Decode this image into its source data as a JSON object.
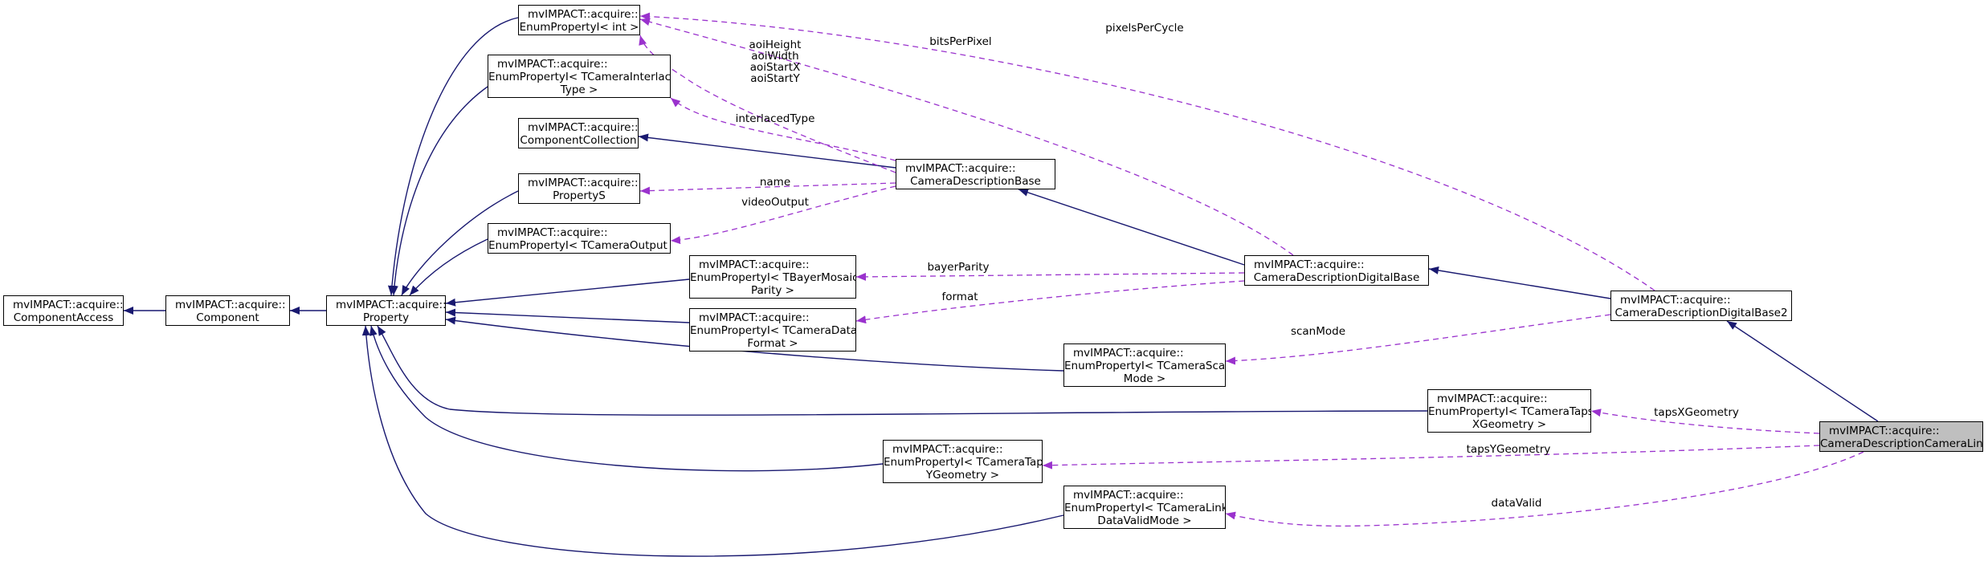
{
  "colors": {
    "inheritance": "#191970",
    "usage": "#9a32cd",
    "node_border": "#000000",
    "selected_fill": "#bfbfbf"
  },
  "nodes": [
    {
      "id": "component_access",
      "lines": [
        "mvIMPACT::acquire::",
        "ComponentAccess"
      ]
    },
    {
      "id": "component",
      "lines": [
        "mvIMPACT::acquire::",
        "Component"
      ]
    },
    {
      "id": "property",
      "lines": [
        "mvIMPACT::acquire::",
        "Property"
      ]
    },
    {
      "id": "enum_int",
      "lines": [
        "mvIMPACT::acquire::",
        "EnumPropertyI< int >"
      ]
    },
    {
      "id": "enum_interlaced",
      "lines": [
        "mvIMPACT::acquire::",
        "EnumPropertyI< TCameraInterlaced",
        "Type >"
      ]
    },
    {
      "id": "component_collection",
      "lines": [
        "mvIMPACT::acquire::",
        "ComponentCollection"
      ]
    },
    {
      "id": "property_s",
      "lines": [
        "mvIMPACT::acquire::",
        "PropertyS"
      ]
    },
    {
      "id": "enum_output",
      "lines": [
        "mvIMPACT::acquire::",
        "EnumPropertyI< TCameraOutput >"
      ]
    },
    {
      "id": "enum_bayer",
      "lines": [
        "mvIMPACT::acquire::",
        "EnumPropertyI< TBayerMosaic",
        "Parity >"
      ]
    },
    {
      "id": "enum_dataformat",
      "lines": [
        "mvIMPACT::acquire::",
        "EnumPropertyI< TCameraData",
        "Format >"
      ]
    },
    {
      "id": "camera_desc_base",
      "lines": [
        "mvIMPACT::acquire::",
        "CameraDescriptionBase"
      ]
    },
    {
      "id": "camera_desc_digital",
      "lines": [
        "mvIMPACT::acquire::",
        "CameraDescriptionDigitalBase"
      ]
    },
    {
      "id": "enum_scan",
      "lines": [
        "mvIMPACT::acquire::",
        "EnumPropertyI< TCameraScan",
        "Mode >"
      ]
    },
    {
      "id": "camera_desc_digital2",
      "lines": [
        "mvIMPACT::acquire::",
        "CameraDescriptionDigitalBase2"
      ]
    },
    {
      "id": "enum_tapsx",
      "lines": [
        "mvIMPACT::acquire::",
        "EnumPropertyI< TCameraTaps",
        "XGeometry >"
      ]
    },
    {
      "id": "enum_tapsy",
      "lines": [
        "mvIMPACT::acquire::",
        "EnumPropertyI< TCameraTaps",
        "YGeometry >"
      ]
    },
    {
      "id": "enum_datavalid",
      "lines": [
        "mvIMPACT::acquire::",
        "EnumPropertyI< TCameraLink",
        "DataValidMode >"
      ]
    },
    {
      "id": "camera_desc_cameralink",
      "lines": [
        "mvIMPACT::acquire::",
        "CameraDescriptionCameraLink"
      ],
      "selected": true
    }
  ],
  "edges": [
    {
      "kind": "inheritance",
      "from": "component",
      "to": "component_access"
    },
    {
      "kind": "inheritance",
      "from": "property",
      "to": "component"
    },
    {
      "kind": "inheritance",
      "from": "enum_int",
      "to": "property"
    },
    {
      "kind": "inheritance",
      "from": "enum_interlaced",
      "to": "property"
    },
    {
      "kind": "inheritance",
      "from": "property_s",
      "to": "property"
    },
    {
      "kind": "inheritance",
      "from": "enum_output",
      "to": "property"
    },
    {
      "kind": "inheritance",
      "from": "enum_bayer",
      "to": "property"
    },
    {
      "kind": "inheritance",
      "from": "enum_dataformat",
      "to": "property"
    },
    {
      "kind": "inheritance",
      "from": "enum_scan",
      "to": "property"
    },
    {
      "kind": "inheritance",
      "from": "enum_tapsx",
      "to": "property"
    },
    {
      "kind": "inheritance",
      "from": "enum_tapsy",
      "to": "property"
    },
    {
      "kind": "inheritance",
      "from": "enum_datavalid",
      "to": "property"
    },
    {
      "kind": "inheritance",
      "from": "camera_desc_base",
      "to": "component_collection"
    },
    {
      "kind": "inheritance",
      "from": "camera_desc_digital",
      "to": "camera_desc_base"
    },
    {
      "kind": "inheritance",
      "from": "camera_desc_digital2",
      "to": "camera_desc_digital"
    },
    {
      "kind": "inheritance",
      "from": "camera_desc_cameralink",
      "to": "camera_desc_digital2"
    },
    {
      "kind": "usage",
      "from": "camera_desc_base",
      "to": "enum_int",
      "label": [
        "aoiHeight",
        "aoiWidth",
        "aoiStartX",
        "aoiStartY"
      ]
    },
    {
      "kind": "usage",
      "from": "camera_desc_base",
      "to": "enum_interlaced",
      "label": [
        "interlacedType"
      ]
    },
    {
      "kind": "usage",
      "from": "camera_desc_base",
      "to": "property_s",
      "label": [
        "name"
      ]
    },
    {
      "kind": "usage",
      "from": "camera_desc_base",
      "to": "enum_output",
      "label": [
        "videoOutput"
      ]
    },
    {
      "kind": "usage",
      "from": "camera_desc_digital",
      "to": "enum_int",
      "label": [
        "bitsPerPixel"
      ]
    },
    {
      "kind": "usage",
      "from": "camera_desc_digital2",
      "to": "enum_int",
      "label": [
        "pixelsPerCycle"
      ]
    },
    {
      "kind": "usage",
      "from": "camera_desc_digital",
      "to": "enum_bayer",
      "label": [
        "bayerParity"
      ]
    },
    {
      "kind": "usage",
      "from": "camera_desc_digital",
      "to": "enum_dataformat",
      "label": [
        "format"
      ]
    },
    {
      "kind": "usage",
      "from": "camera_desc_digital2",
      "to": "enum_scan",
      "label": [
        "scanMode"
      ]
    },
    {
      "kind": "usage",
      "from": "camera_desc_cameralink",
      "to": "enum_tapsx",
      "label": [
        "tapsXGeometry"
      ]
    },
    {
      "kind": "usage",
      "from": "camera_desc_cameralink",
      "to": "enum_tapsy",
      "label": [
        "tapsYGeometry"
      ]
    },
    {
      "kind": "usage",
      "from": "camera_desc_cameralink",
      "to": "enum_datavalid",
      "label": [
        "dataValid"
      ]
    }
  ]
}
